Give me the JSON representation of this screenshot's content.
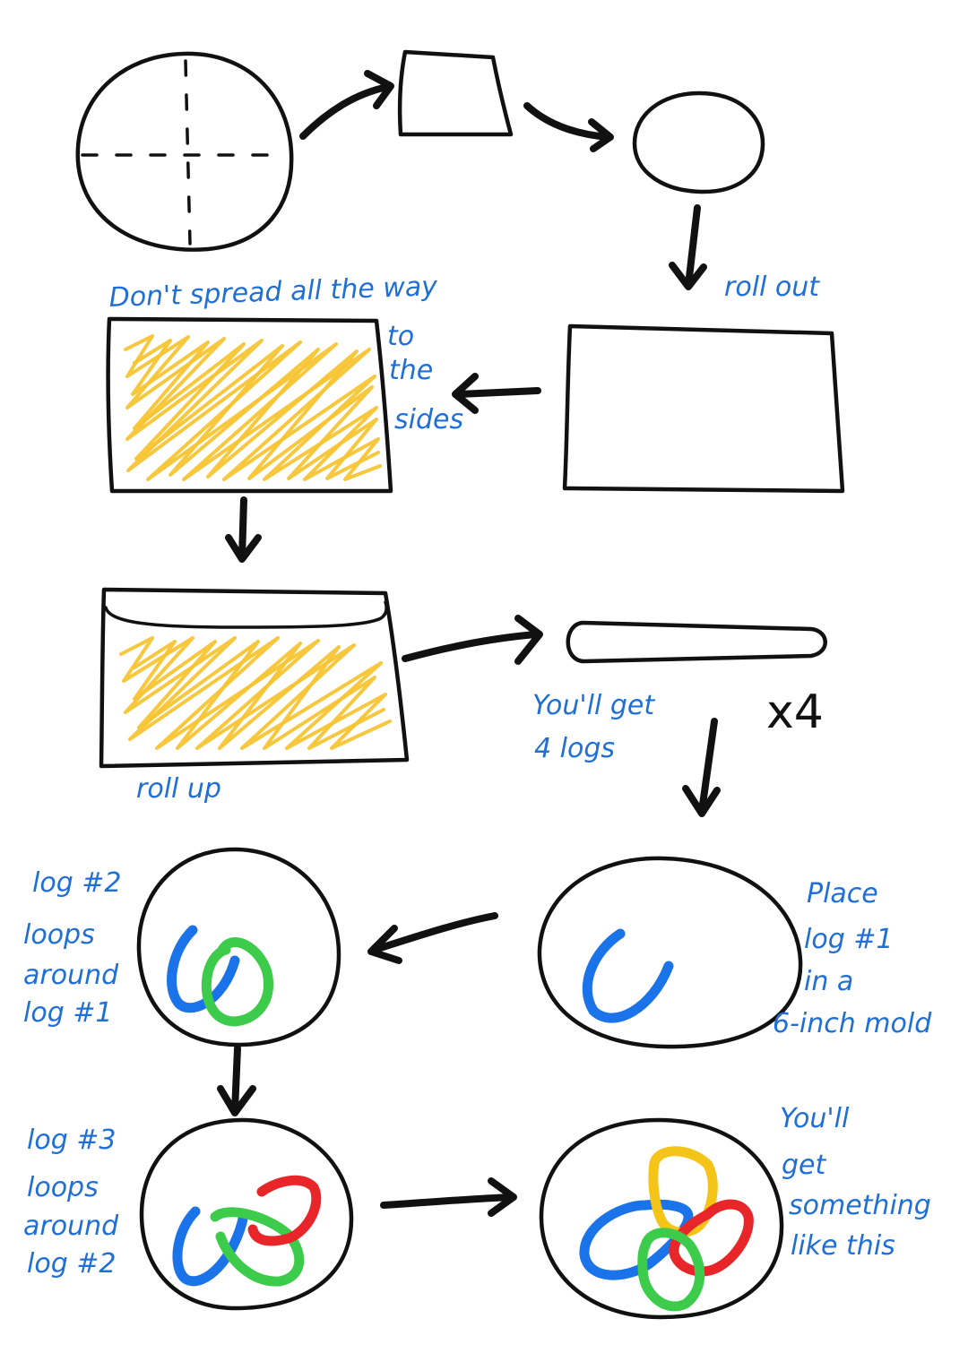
{
  "colors": {
    "ink": "#111111",
    "note": "#1f6fd6",
    "filling": "#f7c533",
    "log1": "#1a73e8",
    "log2": "#3ccb4a",
    "log3": "#e8262a",
    "log4": "#f5c418"
  },
  "steps": {
    "roll_out": "roll out",
    "spread_note": [
      "Don't spread all the way",
      "to",
      "the",
      "sides"
    ],
    "roll_up": "roll up",
    "logs_note": [
      "You'll get",
      "4 logs"
    ],
    "times_four": "x4",
    "place_note": [
      "Place",
      "log #1",
      "in a",
      "6-inch mold"
    ],
    "log2_note": [
      "log #2",
      "loops",
      "around",
      "log #1"
    ],
    "log3_note": [
      "log #3",
      "loops",
      "around",
      "log #2"
    ],
    "result_note": [
      "You'll",
      "get",
      "something",
      "like this"
    ]
  }
}
